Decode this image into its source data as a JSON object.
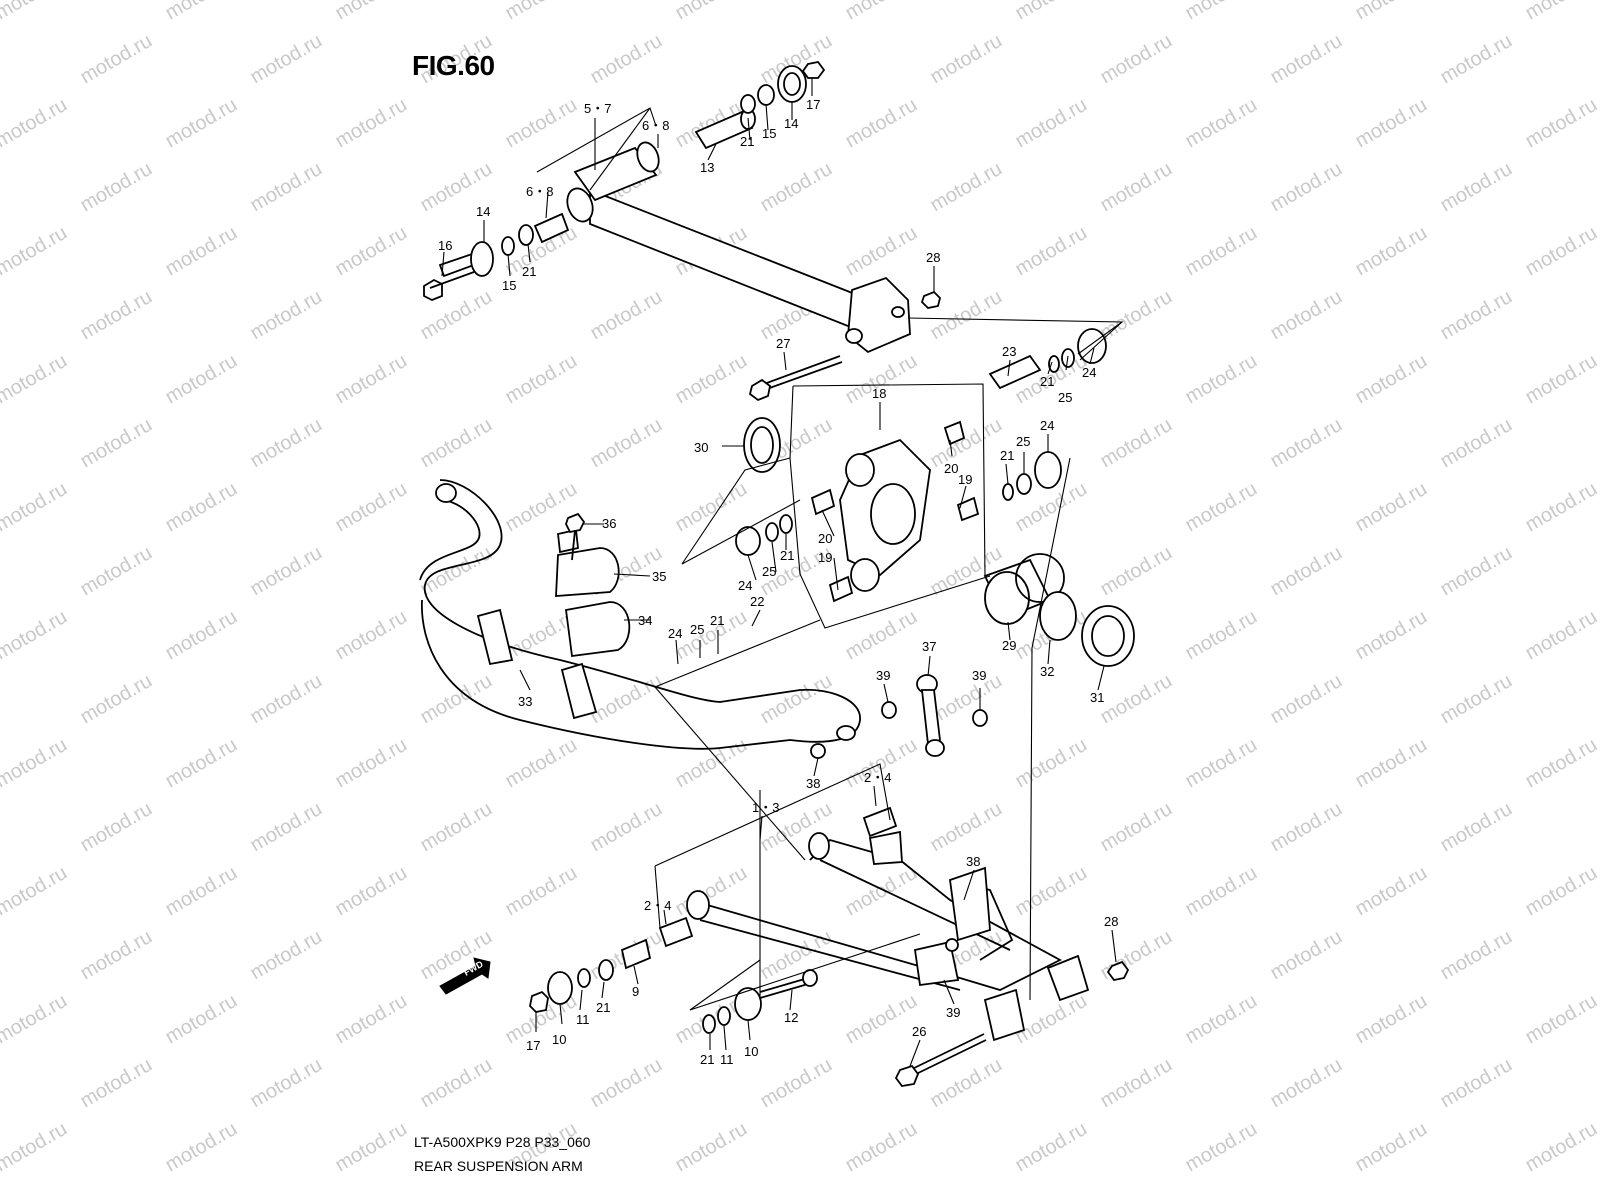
{
  "figure": {
    "title": "FIG.60",
    "code": "LT-A500XPK9 P28 P33_060",
    "caption": "REAR SUSPENSION ARM"
  },
  "watermark": "motod.ru",
  "fwd_badge": "FWD",
  "callouts": {
    "c1": "5・7",
    "c2": "6・8",
    "c3": "13",
    "c4": "21",
    "c5": "15",
    "c6": "14",
    "c7": "17",
    "c8": "6・8",
    "c9": "14",
    "c10": "16",
    "c11": "15",
    "c12": "21",
    "c13": "28",
    "c14": "27",
    "c15": "23",
    "c16": "21",
    "c17": "25",
    "c18": "24",
    "c19": "18",
    "c20": "30",
    "c21": "24",
    "c22": "25",
    "c23": "21",
    "c24": "20",
    "c25": "19",
    "c26": "36",
    "c27": "20",
    "c28": "21",
    "c29": "19",
    "c30": "35",
    "c31": "24",
    "c32": "25",
    "c33": "34",
    "c34": "22",
    "c35": "21",
    "c36": "25",
    "c37": "24",
    "c38": "29",
    "c39": "32",
    "c40": "31",
    "c41": "37",
    "c42": "39",
    "c43": "39",
    "c44": "33",
    "c45": "38",
    "c46": "2・4",
    "c47": "1・3",
    "c48": "38",
    "c49": "2・4",
    "c50": "28",
    "c51": "9",
    "c52": "21",
    "c53": "11",
    "c54": "10",
    "c55": "17",
    "c56": "12",
    "c57": "39",
    "c58": "26",
    "c59": "21",
    "c60": "11",
    "c61": "10"
  }
}
